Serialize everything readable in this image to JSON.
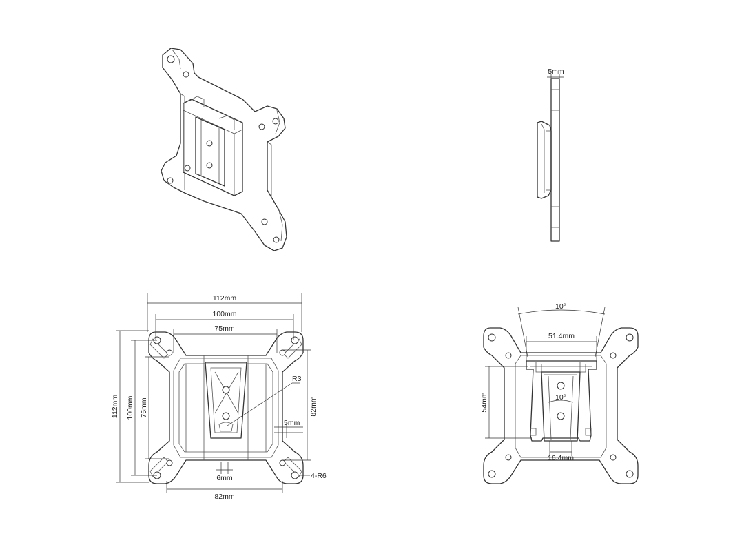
{
  "dimensions": {
    "top_side_thickness": "5mm",
    "front_width_112": "112mm",
    "front_width_100": "100mm",
    "front_width_75": "75mm",
    "front_height_112": "112mm",
    "front_height_100": "100mm",
    "front_height_75": "75mm",
    "front_height_82": "82mm",
    "radius_r3": "R3",
    "slot_5mm": "5mm",
    "slot_6mm": "6mm",
    "bottom_width_82": "82mm",
    "corner_radius": "4-R6",
    "back_angle_top": "10°",
    "back_width_514": "51.4mm",
    "back_angle_inner": "10°",
    "back_height_54": "54mm",
    "back_width_164": "16.4mm"
  }
}
